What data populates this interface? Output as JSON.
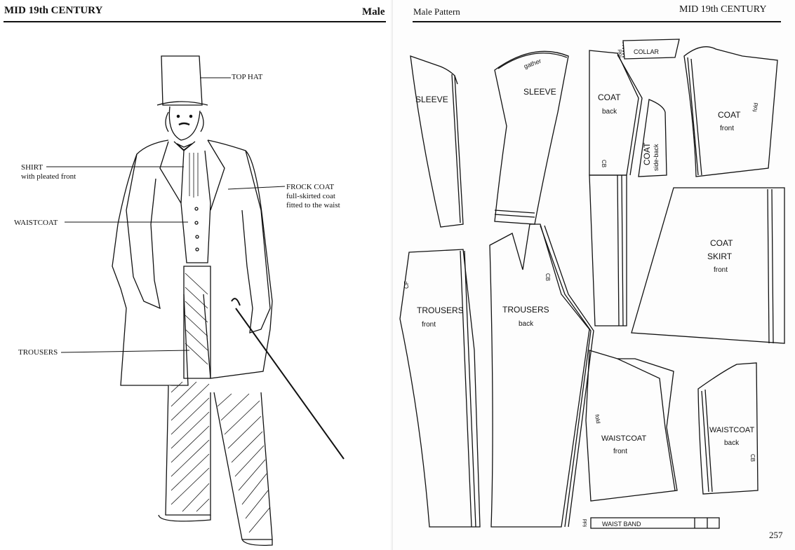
{
  "left_page": {
    "header_left": "MID 19th CENTURY",
    "header_right": "Male",
    "labels": {
      "top_hat": "TOP HAT",
      "shirt": "SHIRT",
      "shirt_sub": "with pleated front",
      "frock_coat": "FROCK COAT",
      "frock_coat_sub1": "full-skirted coat",
      "frock_coat_sub2": "fitted to the waist",
      "waistcoat": "WAISTCOAT",
      "trousers": "TROUSERS"
    }
  },
  "right_page": {
    "header_left": "Male Pattern",
    "header_right": "MID 19th CENTURY",
    "page_number": "257",
    "pieces": {
      "sleeve_1": "SLEEVE",
      "sleeve_2": "SLEEVE",
      "gather": "gather",
      "collar": "COLLAR",
      "collar_fold": "fold",
      "coat_back_1": "COAT",
      "coat_back_2": "back",
      "cb": "CB",
      "coat_side_back_1": "COAT",
      "coat_side_back_2": "side-back",
      "coat_front_1": "COAT",
      "coat_front_2": "front",
      "coat_front_fold": "fold",
      "coat_skirt_1": "COAT",
      "coat_skirt_2": "SKIRT",
      "coat_skirt_3": "front",
      "trousers_front_1": "TROUSERS",
      "trousers_front_2": "front",
      "trousers_cf": "CF",
      "trousers_back_1": "TROUSERS",
      "trousers_back_2": "back",
      "trousers_cb": "CB",
      "waistcoat_front_1": "WAISTCOAT",
      "waistcoat_front_2": "front",
      "waistcoat_fold": "fold",
      "waistcoat_back_1": "WAISTCOAT",
      "waistcoat_back_2": "back",
      "waistcoat_cb": "CB",
      "waist_band": "WAIST BAND",
      "waist_band_fold": "fold"
    }
  }
}
